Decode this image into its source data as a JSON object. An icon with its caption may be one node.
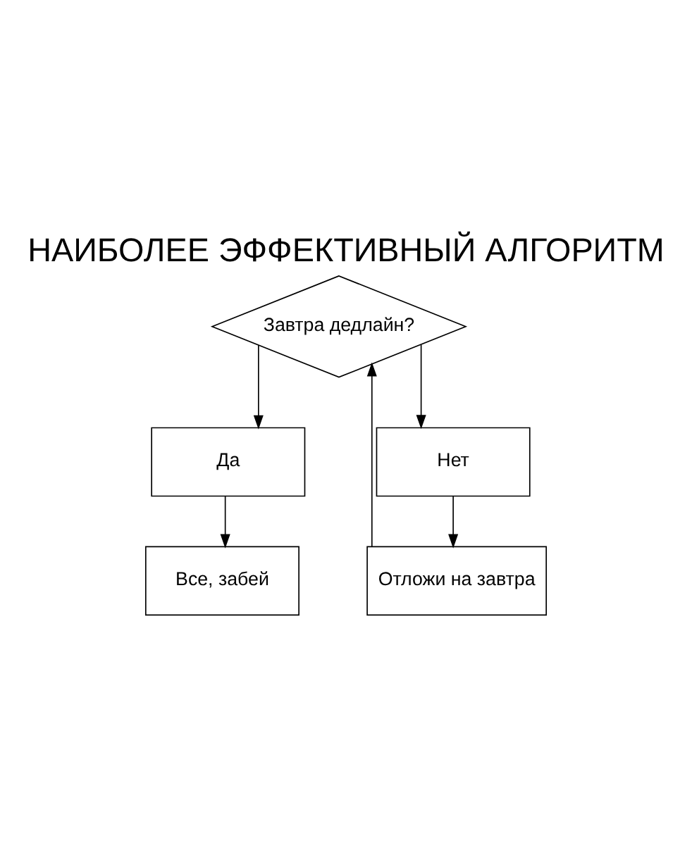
{
  "diagram": {
    "title": "НАИБОЛЕЕ ЭФФЕКТИВНЫЙ АЛГОРИТМ",
    "nodes": [
      {
        "text": [
          "Завтра дедлайн?"
        ]
      },
      {
        "text": [
          "Да"
        ]
      },
      {
        "text": [
          "Нет"
        ]
      },
      {
        "text": [
          "Все, забей"
        ]
      },
      {
        "text": [
          "Отложи на завтра"
        ]
      }
    ],
    "edges": [
      {
        "from": 0,
        "to": 1,
        "arrow": "to"
      },
      {
        "from": 0,
        "to": 2,
        "arrow": "to"
      },
      {
        "from": 1,
        "to": 3,
        "arrow": "to"
      },
      {
        "from": 2,
        "to": 4,
        "arrow": "to"
      },
      {
        "from": 4,
        "to": 0,
        "arrow": "to"
      }
    ]
  }
}
